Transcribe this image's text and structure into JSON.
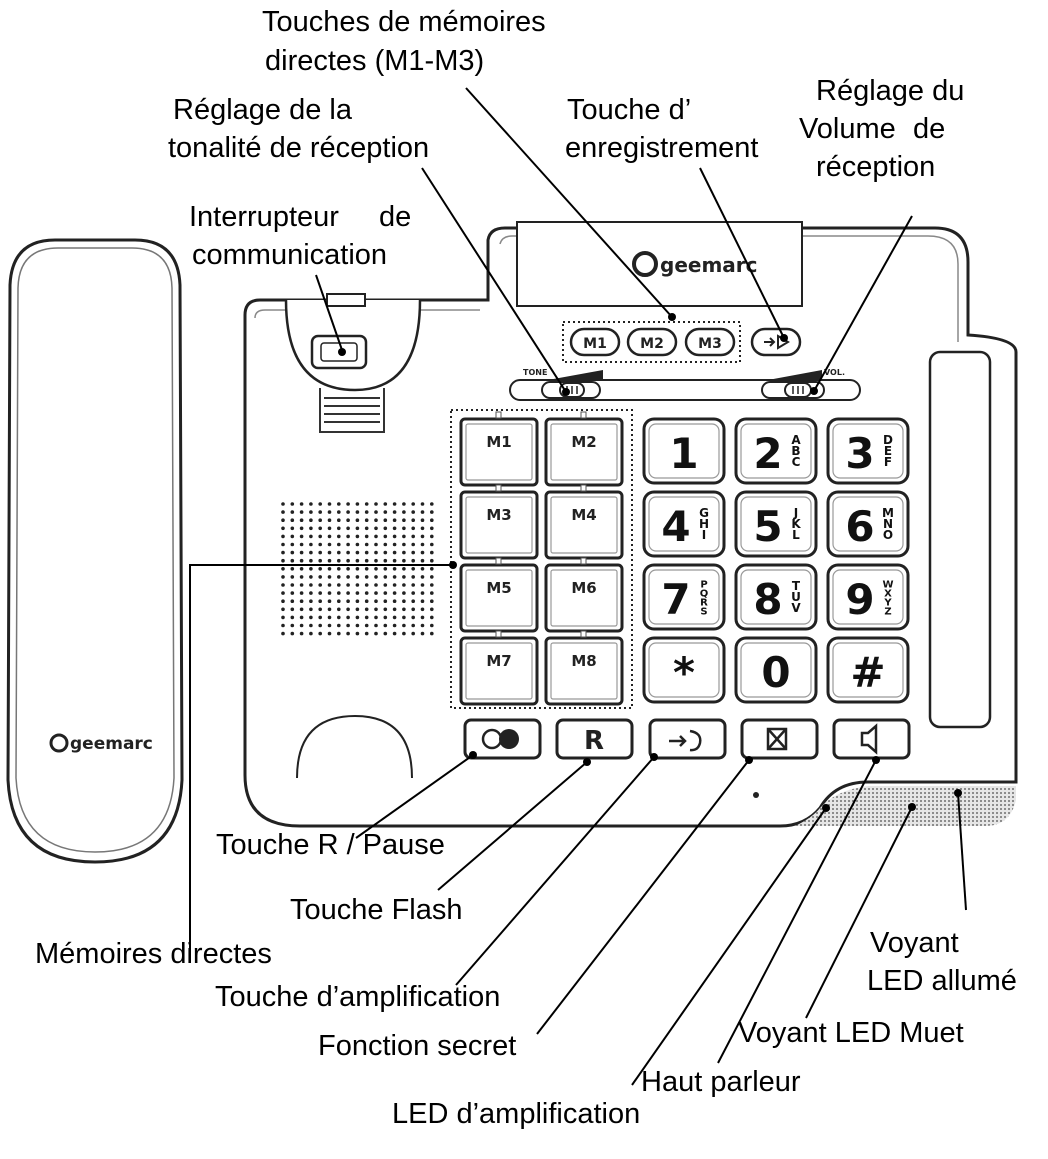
{
  "brand": "geemarc",
  "tone_label": "TONE",
  "vol_label": "VOL.",
  "top_memory_keys": [
    "M1",
    "M2",
    "M3"
  ],
  "memory_keys": [
    "M1",
    "M2",
    "M3",
    "M4",
    "M5",
    "M6",
    "M7",
    "M8"
  ],
  "keypad": [
    {
      "digit": "1",
      "letters": ""
    },
    {
      "digit": "2",
      "letters": "ABC"
    },
    {
      "digit": "3",
      "letters": "DEF"
    },
    {
      "digit": "4",
      "letters": "GHI"
    },
    {
      "digit": "5",
      "letters": "JKL"
    },
    {
      "digit": "6",
      "letters": "MNO"
    },
    {
      "digit": "7",
      "letters": "PQRS"
    },
    {
      "digit": "8",
      "letters": "TUV"
    },
    {
      "digit": "9",
      "letters": "WXYZ"
    },
    {
      "digit": "*",
      "letters": ""
    },
    {
      "digit": "0",
      "letters": ""
    },
    {
      "digit": "#",
      "letters": ""
    }
  ],
  "bottom_keys": {
    "r": "R"
  },
  "labels": {
    "touches_memoires_l1": "Touches de mémoires",
    "touches_memoires_l2": "directes (M1-M3)",
    "reglage_tonalite_l1": "Réglage de la",
    "reglage_tonalite_l2": "tonalité de réception",
    "touche_enreg_l1": "Touche d’",
    "touche_enreg_l2": "enregistrement",
    "reglage_volume_l1": "Réglage du",
    "reglage_volume_l2a": "Volume",
    "reglage_volume_l2b": "de",
    "reglage_volume_l3": "réception",
    "interrupteur_l1a": "Interrupteur",
    "interrupteur_l1b": "de",
    "interrupteur_l2": "communication",
    "touche_r_pause": "Touche R / Pause",
    "touche_flash": "Touche Flash",
    "memoires_directes": "Mémoires directes",
    "touche_amplification": "Touche d’amplification",
    "fonction_secret": "Fonction secret",
    "led_amplification": "LED d’amplification",
    "haut_parleur": "Haut parleur",
    "voyant_led_muet": "Voyant LED Muet",
    "voyant_led_allume_l1": "Voyant",
    "voyant_led_allume_l2": "LED allumé"
  }
}
